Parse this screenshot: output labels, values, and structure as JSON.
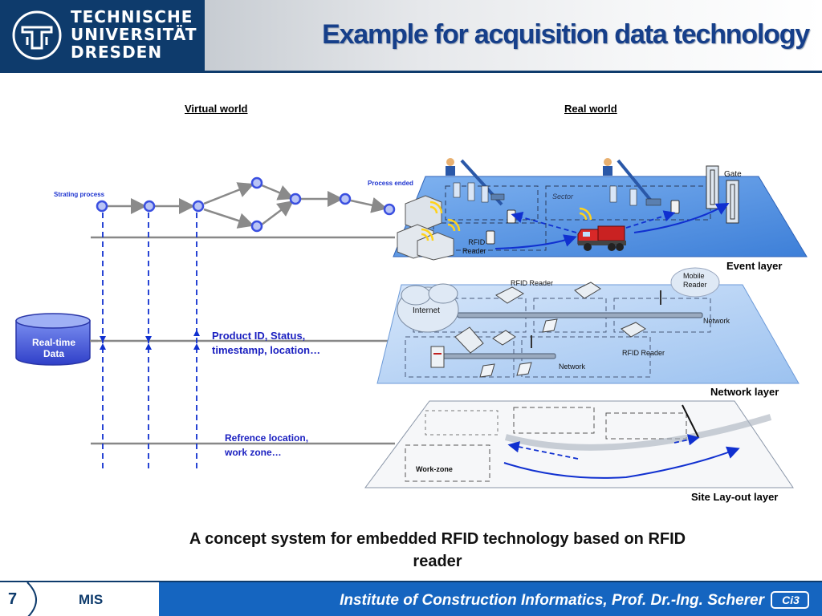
{
  "header": {
    "logo_lines": [
      "TECHNISCHE",
      "UNIVERSITÄT",
      "DRESDEN"
    ],
    "title": "Example for acquisition data technology"
  },
  "virtual": {
    "heading": "Virtual world",
    "start_label": "Strating process",
    "end_label": "Process ended",
    "db_label_line1": "Real-time",
    "db_label_line2": "Data",
    "note1_line1": "Product  ID, Status,",
    "note1_line2": "timestamp, location…",
    "note2_line1": "Refrence location,",
    "note2_line2": "work zone…"
  },
  "real": {
    "heading": "Real world",
    "event_layer": "Event layer",
    "network_layer": "Network layer",
    "site_layer": "Site Lay-out layer",
    "gate": "Gate",
    "rfid_reader_event_1": "RFID",
    "rfid_reader_event_2": "Reader",
    "rfid_reader_net1": "RFID Reader",
    "rfid_reader_net2": "RFID Reader",
    "mobile_reader_1": "Mobile",
    "mobile_reader_2": "Reader",
    "internet": "Internet",
    "network1": "Network",
    "network2": "Network",
    "workzone": "Work-zone"
  },
  "caption": {
    "line1": "A concept system for embedded RFID technology based on RFID",
    "line2": "reader"
  },
  "footer": {
    "page": "7",
    "section": "MIS",
    "institute": "Institute of Construction Informatics, Prof. Dr.-Ing. Scherer",
    "logo_text": "Ci3"
  },
  "colors": {
    "tud_blue": "#0e3b6c",
    "title_blue": "#163f8a",
    "footer_blue": "#1565c0",
    "node_blue": "#3a4fe0",
    "note_blue": "#1a1fc0"
  }
}
